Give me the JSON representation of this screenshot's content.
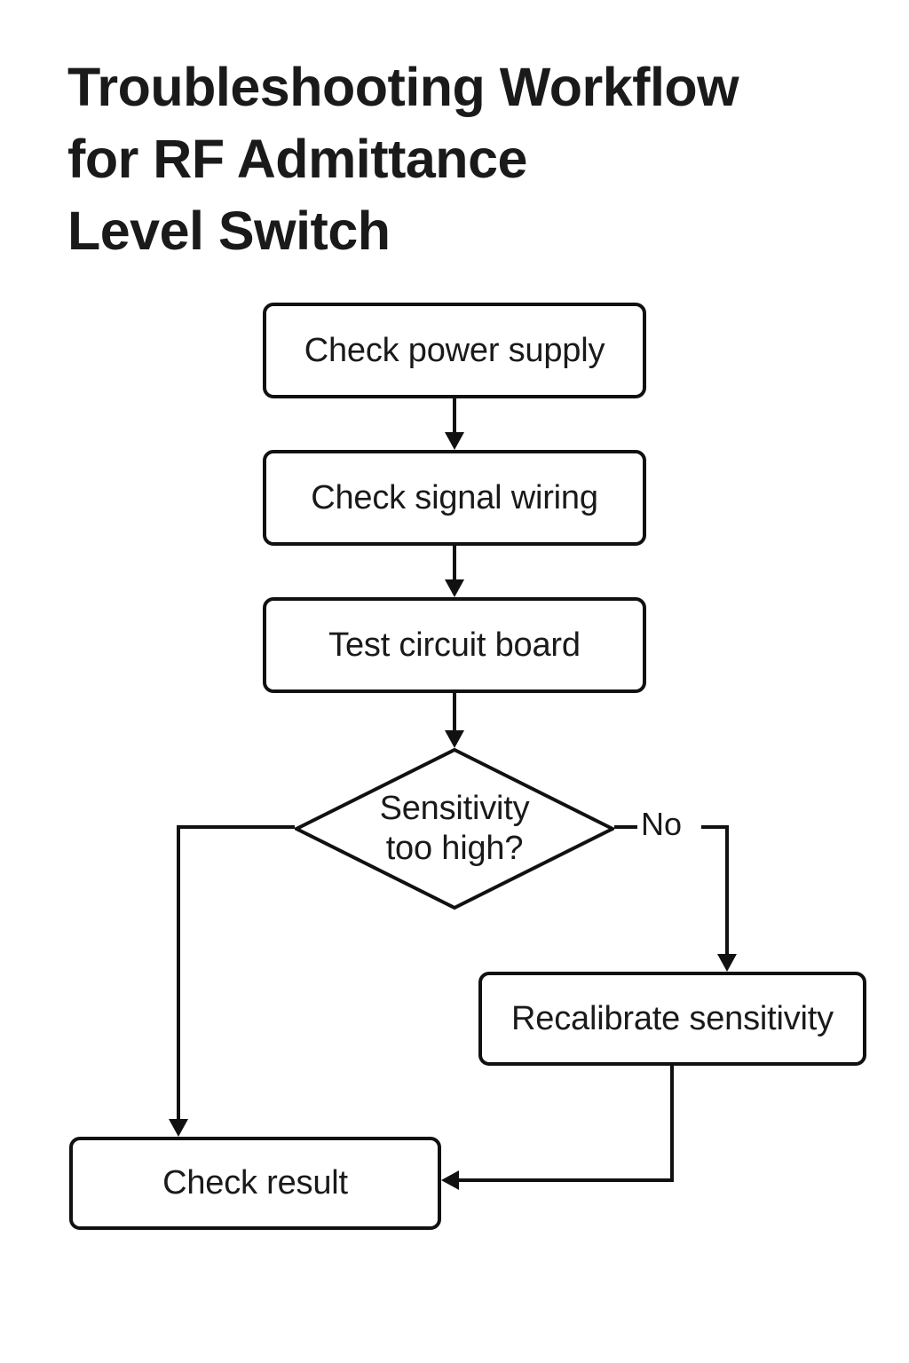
{
  "title": "Troubleshooting Workflow\nfor RF Admittance\nLevel Switch",
  "theme": {
    "background": "#ffffff",
    "stroke": "#111111",
    "text": "#1a1a1a"
  },
  "diagram": {
    "type": "flowchart",
    "orientation": "top-to-bottom",
    "nodes": [
      {
        "id": "power",
        "shape": "process",
        "label": "Check power supply"
      },
      {
        "id": "wiring",
        "shape": "process",
        "label": "Check signal wiring"
      },
      {
        "id": "board",
        "shape": "process",
        "label": "Test circuit board"
      },
      {
        "id": "decision",
        "shape": "decision",
        "label": "Sensitivity\ntoo high?"
      },
      {
        "id": "recal",
        "shape": "process",
        "label": "Recalibrate sensitivity"
      },
      {
        "id": "result",
        "shape": "process",
        "label": "Check result"
      }
    ],
    "edges": [
      {
        "from": "power",
        "to": "wiring",
        "label": "",
        "arrow": true
      },
      {
        "from": "wiring",
        "to": "board",
        "label": "",
        "arrow": true
      },
      {
        "from": "board",
        "to": "decision",
        "label": "",
        "arrow": true
      },
      {
        "from": "decision",
        "to": "result",
        "label": "",
        "arrow": true,
        "side": "left"
      },
      {
        "from": "decision",
        "to": "recal",
        "label": "No",
        "arrow": true,
        "side": "right"
      },
      {
        "from": "recal",
        "to": "result",
        "label": "",
        "arrow": true,
        "side": "bottom"
      }
    ]
  }
}
